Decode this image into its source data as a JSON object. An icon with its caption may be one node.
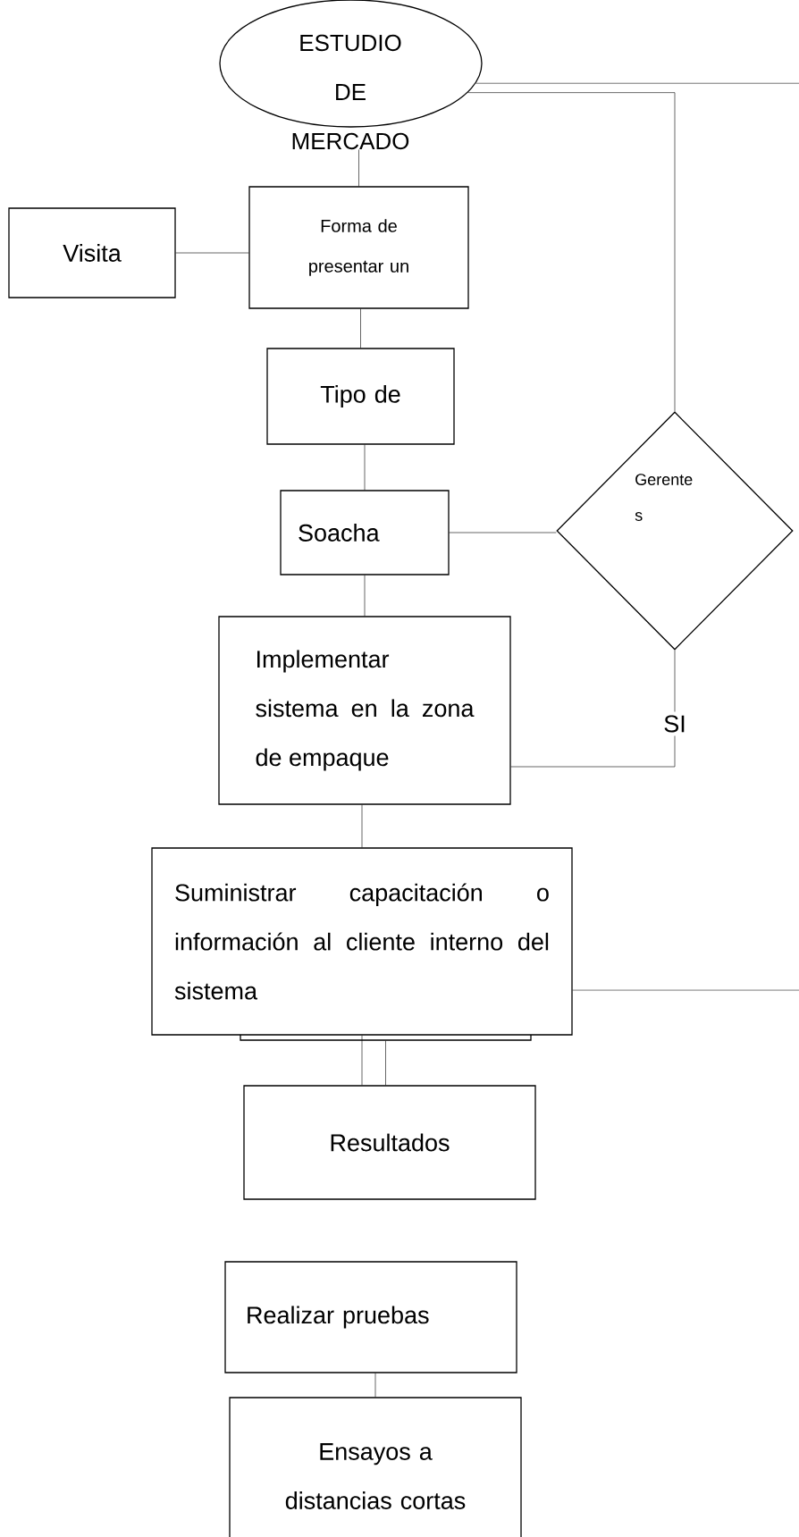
{
  "diagram": {
    "nodes": [
      {
        "text": [
          "ESTUDIO DE MERCADO"
        ]
      },
      {
        "text": [
          "Visita"
        ]
      },
      {
        "text": [
          "Forma de presentar un"
        ]
      },
      {
        "text": [
          "Tipo de"
        ]
      },
      {
        "text": [
          "Soacha"
        ]
      },
      {
        "text": [
          "Gerente s"
        ]
      },
      {
        "text": [
          "Implementar sistema en la zona de empaque"
        ]
      },
      {
        "text": [
          "Suministrar capacitación o información al cliente interno del sistema"
        ]
      },
      {
        "text": [],
        "shape": "box"
      },
      {
        "text": [
          "Resultados"
        ]
      },
      {
        "text": [
          "Realizar pruebas"
        ]
      },
      {
        "text": [
          "Ensayos a distancias cortas"
        ]
      }
    ],
    "edges": [
      {
        "from": 0,
        "to": null,
        "arrow": "none"
      },
      {
        "from": 0,
        "to": 5,
        "arrow": "none"
      },
      {
        "from": 0,
        "to": 2,
        "arrow": "none"
      },
      {
        "from": 1,
        "to": 2,
        "arrow": "none"
      },
      {
        "from": 2,
        "to": 3,
        "arrow": "none"
      },
      {
        "from": 3,
        "to": 4,
        "arrow": "none"
      },
      {
        "from": 4,
        "to": 5,
        "arrow": "none"
      },
      {
        "from": 4,
        "to": 6,
        "arrow": "none"
      },
      {
        "from": 5,
        "to": 6,
        "label": "SI",
        "arrow": "none"
      },
      {
        "from": 6,
        "to": 7,
        "arrow": "none"
      },
      {
        "from": 7,
        "to": null,
        "arrow": "none"
      },
      {
        "from": 7,
        "to": 9,
        "arrow": "none"
      },
      {
        "from": 8,
        "to": 9,
        "arrow": "none"
      },
      {
        "from": 10,
        "to": 11,
        "arrow": "none"
      }
    ]
  }
}
